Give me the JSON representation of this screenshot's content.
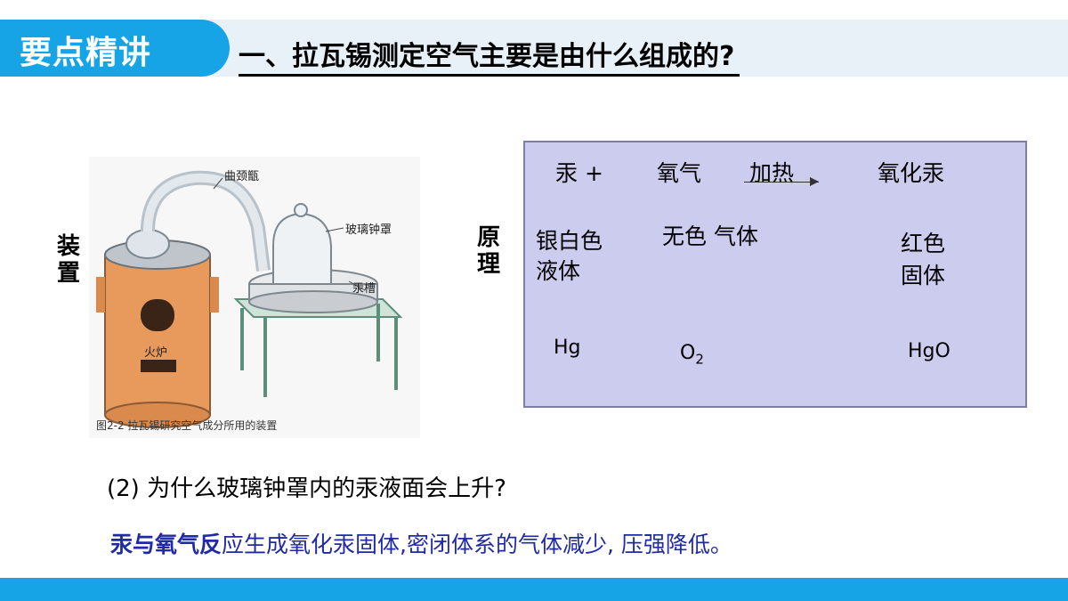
{
  "header": {
    "tag": "要点精讲",
    "title": "一、拉瓦锡测定空气主要是由什么组成的?"
  },
  "labels": {
    "device": [
      "装",
      "置"
    ],
    "principle": [
      "原",
      "理"
    ]
  },
  "figure": {
    "callouts": {
      "retort": "曲颈甑",
      "bell": "玻璃钟罩",
      "trough": "汞槽",
      "furnace": "火炉"
    },
    "caption": "图2-2 拉瓦锡研究空气成分所用的装置"
  },
  "reaction": {
    "reactant1": "汞 +",
    "reactant2": "氧气",
    "condition": "加热",
    "product": "氧化汞",
    "desc1": [
      "银白色",
      "液体"
    ],
    "desc2": "无色 气体",
    "desc3": [
      "红色",
      "固体"
    ],
    "f1": "Hg",
    "f2_base": "O",
    "f2_sub": "2",
    "f3": "HgO"
  },
  "question": "(2) 为什么玻璃钟罩内的汞液面会上升?",
  "answer": {
    "part1": "汞与氧气反",
    "part2": "应生成氧化汞固体,密闭体系的气体减少, 压强降低。"
  },
  "colors": {
    "accent": "#17a4e6",
    "box_bg": "#ccccee",
    "answer_blue": "#1f2aa3",
    "furnace": "#e89a5c"
  }
}
